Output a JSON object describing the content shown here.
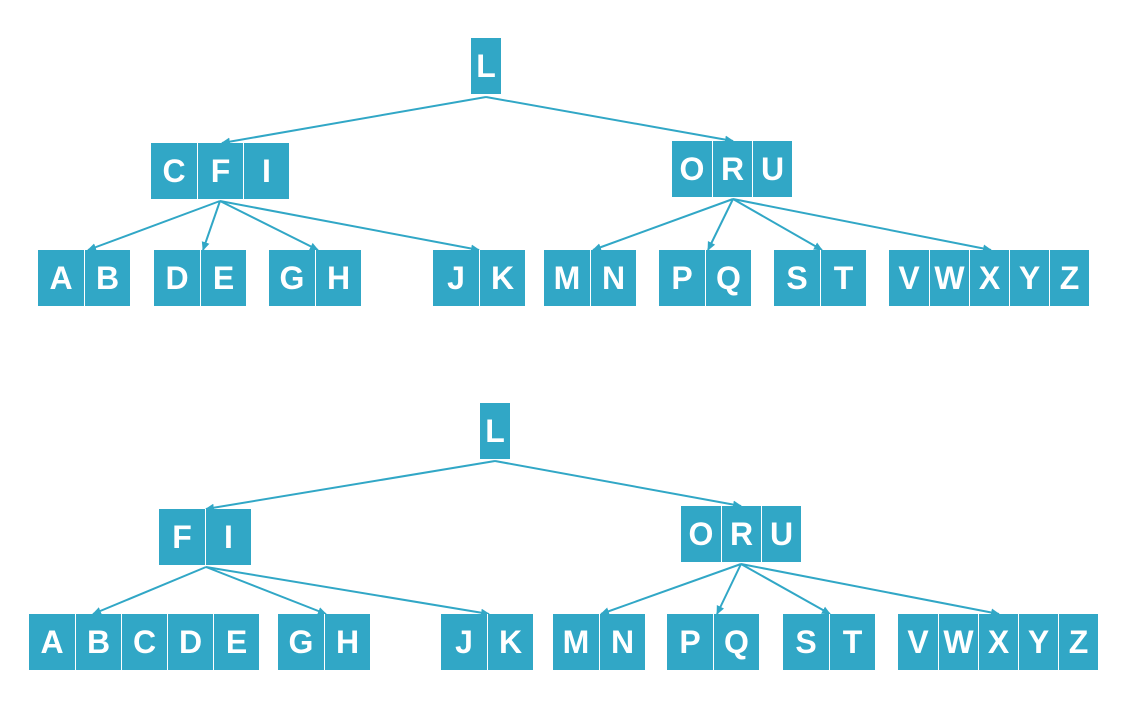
{
  "colors": {
    "node_fill": "#31a7c6",
    "node_text": "#ffffff",
    "edge": "#31a7c6",
    "background": "#ffffff"
  },
  "trees": [
    {
      "root": {
        "keys": [
          "L"
        ]
      },
      "level1": [
        {
          "keys": [
            "C",
            "F",
            "I"
          ]
        },
        {
          "keys": [
            "O",
            "R",
            "U"
          ]
        }
      ],
      "leaves": [
        {
          "keys": [
            "A",
            "B"
          ]
        },
        {
          "keys": [
            "D",
            "E"
          ]
        },
        {
          "keys": [
            "G",
            "H"
          ]
        },
        {
          "keys": [
            "J",
            "K"
          ]
        },
        {
          "keys": [
            "M",
            "N"
          ]
        },
        {
          "keys": [
            "P",
            "Q"
          ]
        },
        {
          "keys": [
            "S",
            "T"
          ]
        },
        {
          "keys": [
            "V",
            "W",
            "X",
            "Y",
            "Z"
          ]
        }
      ]
    },
    {
      "root": {
        "keys": [
          "L"
        ]
      },
      "level1": [
        {
          "keys": [
            "F",
            "I"
          ]
        },
        {
          "keys": [
            "O",
            "R",
            "U"
          ]
        }
      ],
      "leaves": [
        {
          "keys": [
            "A",
            "B",
            "C",
            "D",
            "E"
          ]
        },
        {
          "keys": [
            "G",
            "H"
          ]
        },
        {
          "keys": [
            "J",
            "K"
          ]
        },
        {
          "keys": [
            "M",
            "N"
          ]
        },
        {
          "keys": [
            "P",
            "Q"
          ]
        },
        {
          "keys": [
            "S",
            "T"
          ]
        },
        {
          "keys": [
            "V",
            "W",
            "X",
            "Y",
            "Z"
          ]
        }
      ]
    }
  ]
}
